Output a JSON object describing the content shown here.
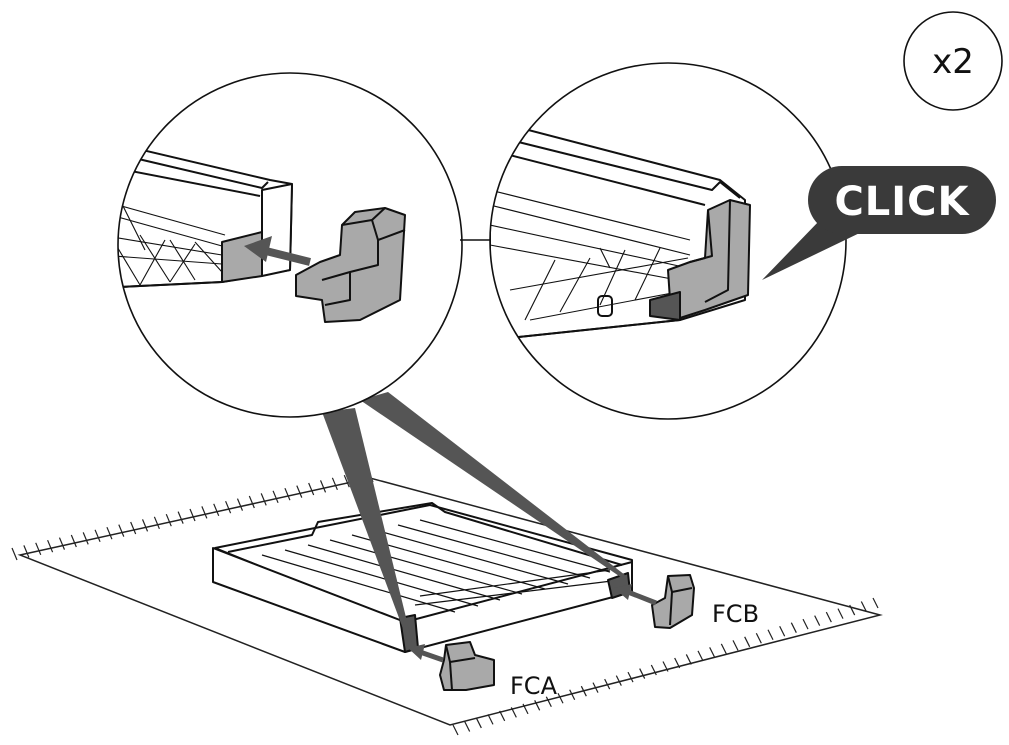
{
  "labels": {
    "fca": "FCA",
    "fcb": "FCB",
    "quantity": "x2",
    "click": "CLICK"
  },
  "icons": [
    "arrow-icon",
    "tray-icon",
    "corner-cap-icon"
  ],
  "colors": {
    "line": "#111111",
    "part_gray": "#a9a9a9",
    "part_dark": "#555555",
    "click_bubble": "#3a3a3a",
    "background": "#ffffff"
  }
}
